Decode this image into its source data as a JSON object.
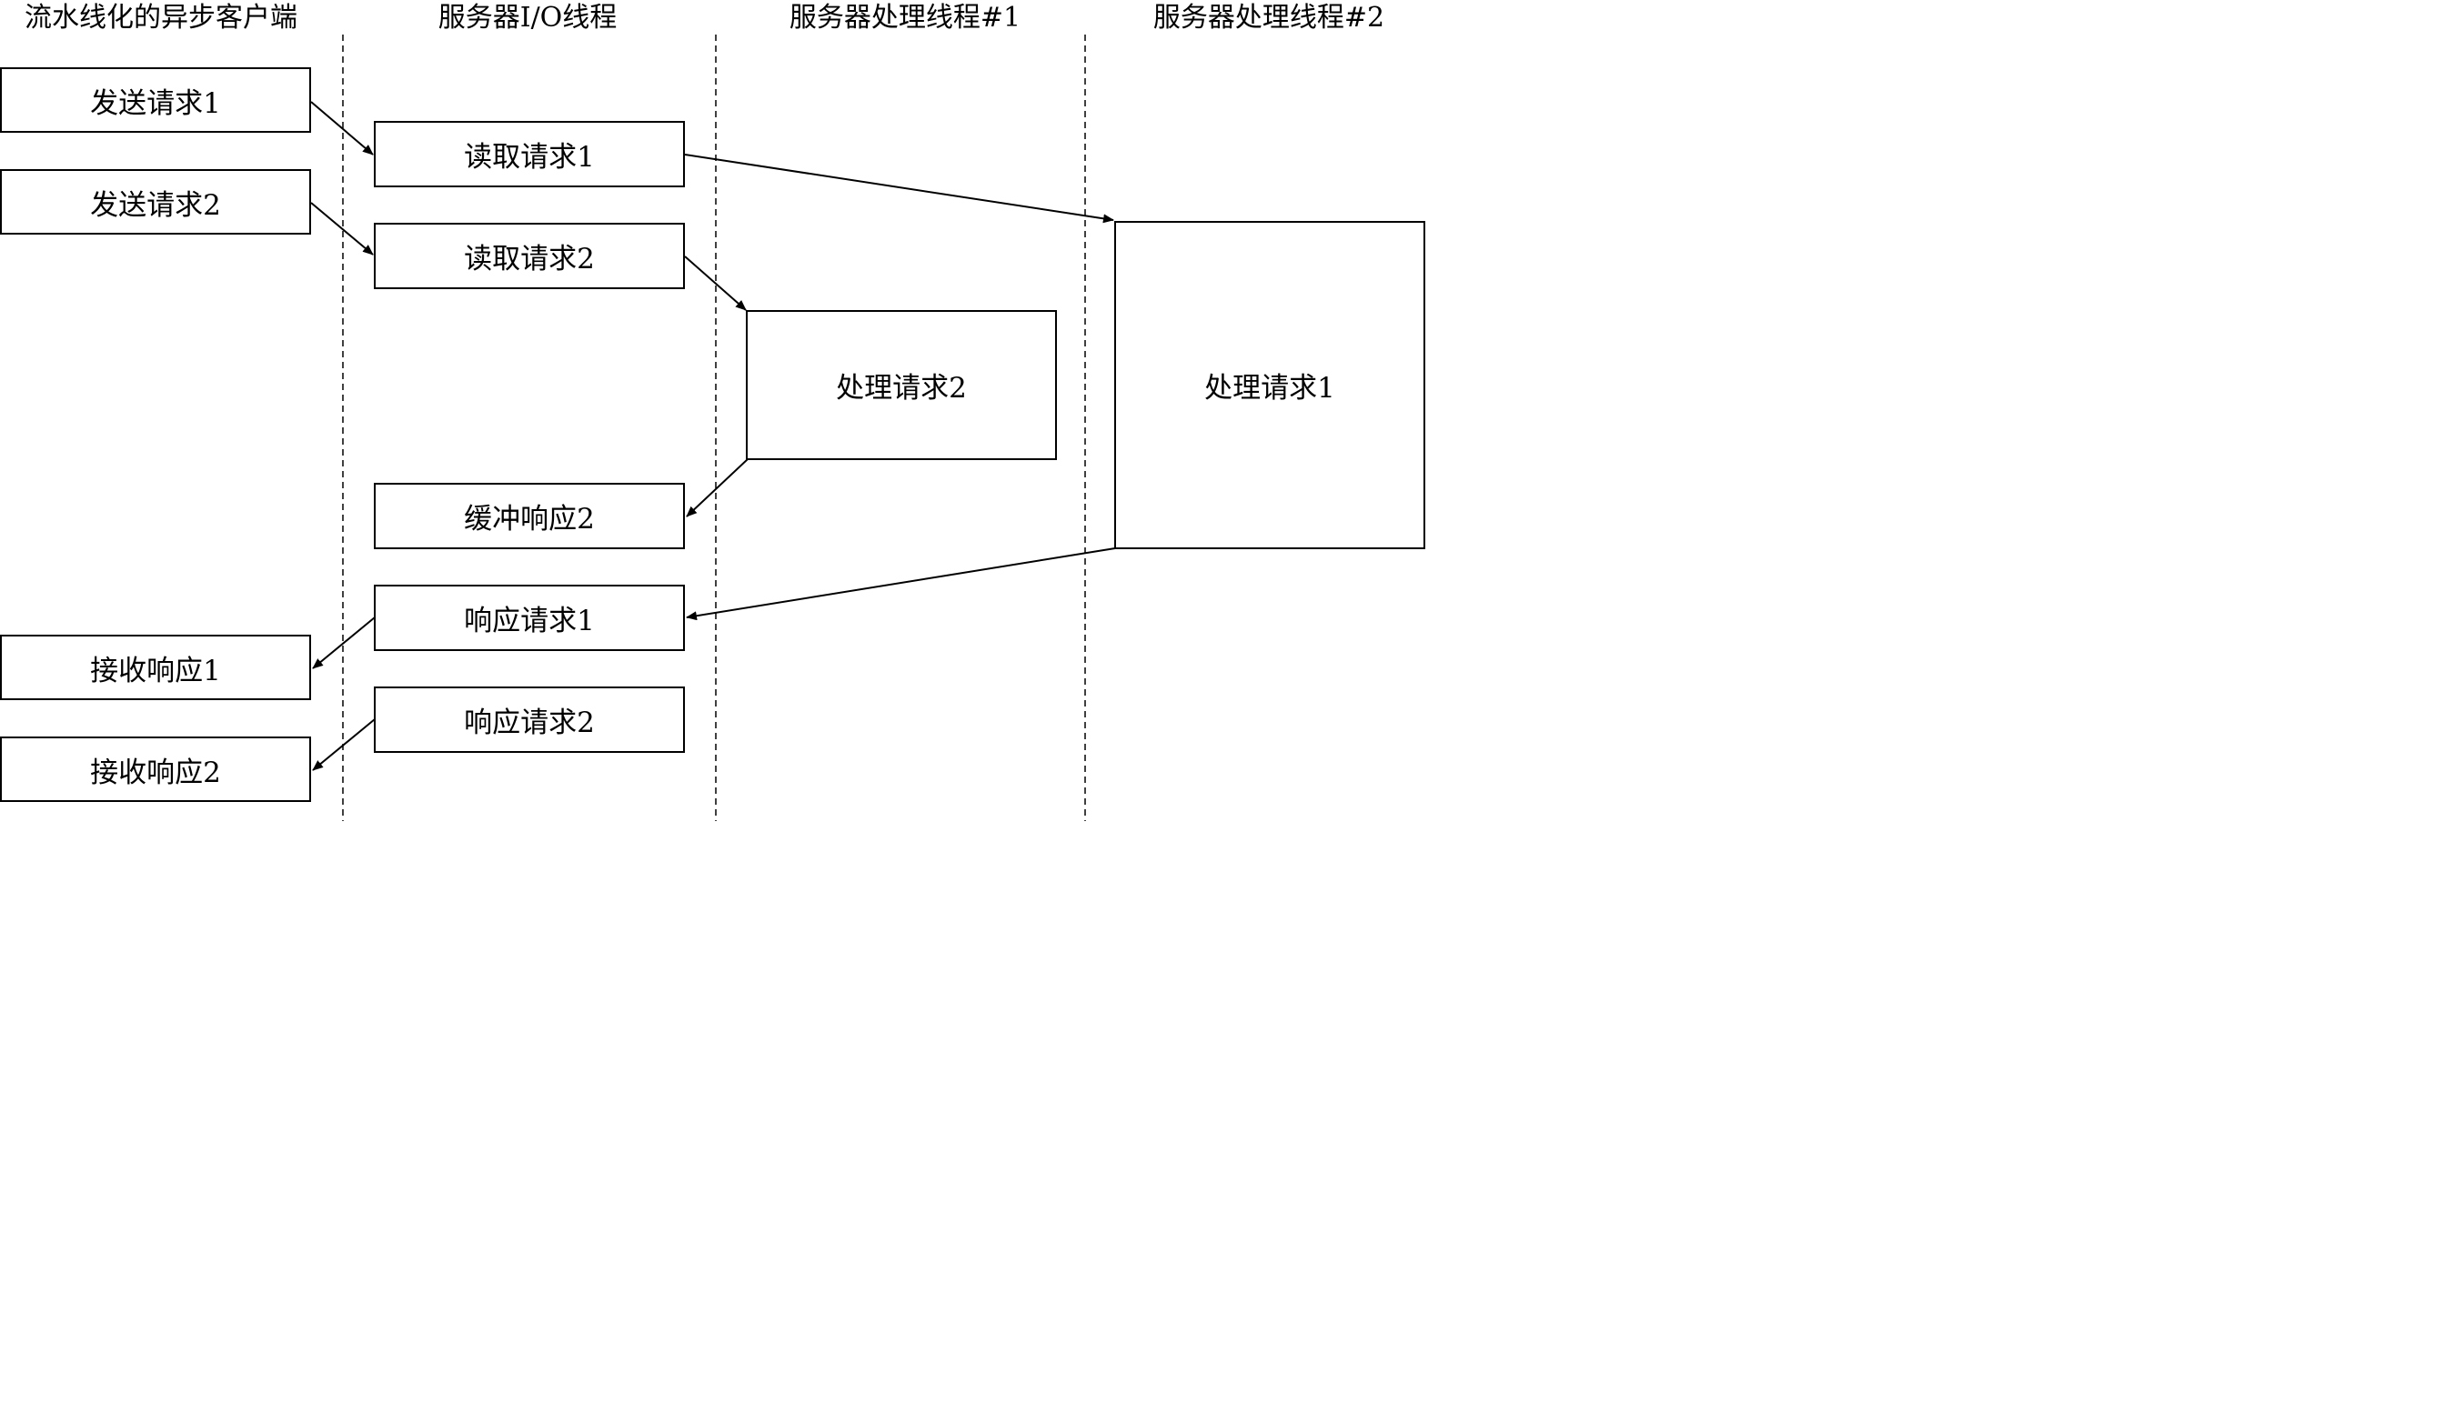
{
  "lanes": {
    "client": "流水线化的异步客户端",
    "io": "服务器I/O线程",
    "worker1": "服务器处理线程#1",
    "worker2": "服务器处理线程#2"
  },
  "client_steps": {
    "send1": "发送请求1",
    "send2": "发送请求2",
    "recv1": "接收响应1",
    "recv2": "接收响应2"
  },
  "io_steps": {
    "read1": "读取请求1",
    "read2": "读取请求2",
    "buffer2": "缓冲响应2",
    "respond1": "响应请求1",
    "respond2": "响应请求2"
  },
  "worker_steps": {
    "process2": "处理请求2",
    "process1": "处理请求1"
  },
  "colors": {
    "stroke": "#000000",
    "background": "#ffffff"
  }
}
